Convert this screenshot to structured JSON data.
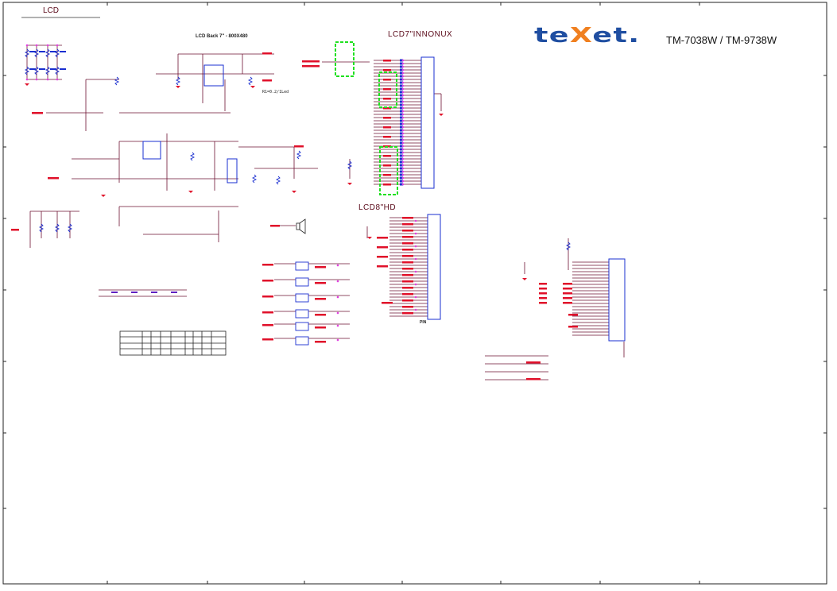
{
  "sheet": {
    "title": "LCD",
    "backlight_title": "LCD Back 7\" - 800X480",
    "lcd7_title": "LCD7\"INNONUX",
    "lcd8_title": "LCD8\"HD",
    "r1_note": "R1=0.2/1Led",
    "pin_label": "PIN"
  },
  "brand": {
    "logo_pre": "te",
    "logo_x": "X",
    "logo_post": "et.",
    "model": "TM-7038W / TM-9738W"
  },
  "colors": {
    "wire": "#6e1232",
    "net_label": "#e0102a",
    "component": "#1a2fd0",
    "junction": "#e040e0",
    "highlight": "#20e020",
    "ref_text": "#6020c0"
  }
}
